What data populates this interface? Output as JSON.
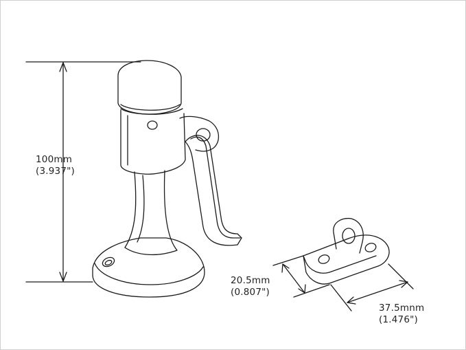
{
  "dimensions": {
    "height": {
      "metric": "100mm",
      "imperial": "(3.937\")"
    },
    "width": {
      "metric": "20.5mm",
      "imperial": "(0.807\")"
    },
    "length": {
      "metric": "37.5mnm",
      "imperial": "(1.476\")"
    }
  },
  "colors": {
    "line": "#1a1a1a",
    "background": "#ffffff",
    "frame": "#cfcfcf"
  }
}
